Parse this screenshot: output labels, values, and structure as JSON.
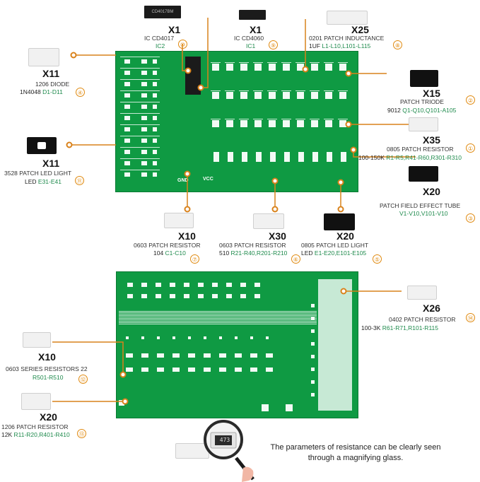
{
  "callouts": [
    {
      "id": "ic2",
      "qty": "X1",
      "name": "IC CD4017",
      "ref_plain": "",
      "ref_green": "IC2",
      "badge": "⑩"
    },
    {
      "id": "ic1",
      "qty": "X1",
      "name": "IC CD4060",
      "ref_plain": "",
      "ref_green": "IC1",
      "badge": "⑨"
    },
    {
      "id": "inductance",
      "qty": "X25",
      "name": "0201 PATCH INDUCTANCE",
      "ref_plain": "1UF ",
      "ref_green": "L1-L10,L101-L115",
      "badge": "⑧"
    },
    {
      "id": "diode",
      "qty": "X11",
      "name": "1206 DIODE",
      "ref_plain": "1N4048 ",
      "ref_green": "D1-D11",
      "badge": "④"
    },
    {
      "id": "triode",
      "qty": "X15",
      "name": "PATCH TRIODE",
      "ref_plain": "9012 ",
      "ref_green": "Q1-Q10,Q101-A105",
      "badge": "②"
    },
    {
      "id": "res0805",
      "qty": "X35",
      "name": "0805 PATCH RESISTOR",
      "ref_plain": "100-150K ",
      "ref_green": "R1-R5,R41-R60,R301-R310",
      "badge": "①"
    },
    {
      "id": "ledlight",
      "qty": "X11",
      "name": "3528 PATCH LED LIGHT",
      "ref_plain": "LED ",
      "ref_green": "E31-E41",
      "badge": "⑪"
    },
    {
      "id": "fet",
      "qty": "X20",
      "name": "PATCH FIELD EFFECT TUBE",
      "ref_plain": "",
      "ref_green": "V1-V10,V101-V10",
      "badge": "③"
    },
    {
      "id": "res0603a",
      "qty": "X10",
      "name": "0603 PATCH RESISTOR",
      "ref_plain": "104 ",
      "ref_green": "C1-C10",
      "badge": "⑦"
    },
    {
      "id": "res0603b",
      "qty": "X30",
      "name": "0603 PATCH RESISTOR",
      "ref_plain": "510 ",
      "ref_green": "R21-R40,R201-R210",
      "badge": "⑥"
    },
    {
      "id": "led0805",
      "qty": "X20",
      "name": "0805 PATCH LED LIGHT",
      "ref_plain": "LED ",
      "ref_green": "E1-E20,E101-E105",
      "badge": "⑤"
    },
    {
      "id": "res0402",
      "qty": "X26",
      "name": "0402 PATCH RESISTOR",
      "ref_plain": "100-3K ",
      "ref_green": "R61-R71,R101-R115",
      "badge": "⑭"
    },
    {
      "id": "series",
      "qty": "X10",
      "name": "0603 SERIES RESISTORS 22",
      "ref_plain": "",
      "ref_green": "R501-R510",
      "badge": "⑫"
    },
    {
      "id": "res1206",
      "qty": "X20",
      "name": "1206 PATCH RESISTOR",
      "ref_plain": "12K ",
      "ref_green": "R11-R20,R401-R410",
      "badge": "⑬"
    }
  ],
  "chip_markings": {
    "ic2": "CD4017BM",
    "ic1": "",
    "magnifier": "473"
  },
  "board_labels": {
    "gnd": "GND",
    "vcc": "VCC"
  },
  "caption": "The parameters of resistance can be clearly seen through a magnifying glass.",
  "colors": {
    "pcb": "#0f9a43",
    "accent": "#d9821b",
    "ref_green": "#1e8a4c"
  }
}
